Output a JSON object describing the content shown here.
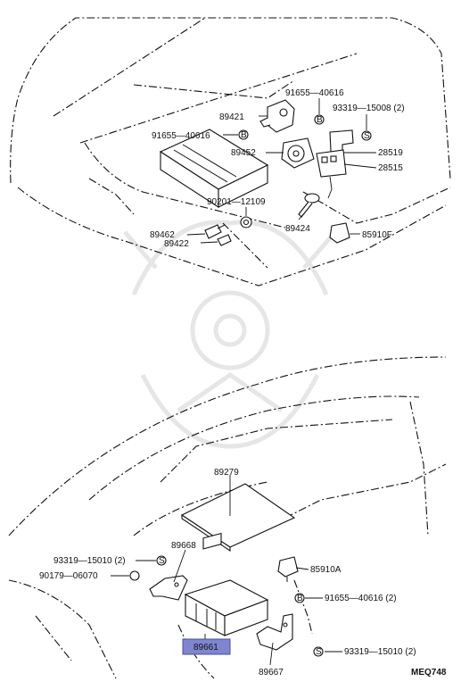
{
  "diagram_id": "MEQ748",
  "highlight_color": "#7f86cf",
  "callouts": {
    "p91655_top": "91655—40616",
    "p93319_top": "93319—15008 (2)",
    "p89421": "89421",
    "p91655_left": "91655—40616",
    "p89452": "89452",
    "p28519": "28519",
    "p28515": "28515",
    "p90201": "90201—12109",
    "p89424": "89424",
    "p89462": "89462",
    "p89422": "89422",
    "p85910f": "85910F",
    "p89279": "89279",
    "p93319_mid": "93319—15010 (2)",
    "p89668": "89668",
    "p90179": "90179—06070",
    "p85910a": "85910A",
    "p91655_bottom": "91655—40616 (2)",
    "p89661": "89661",
    "p93319_bottom": "93319—15010 (2)",
    "p89667": "89667"
  },
  "bolt_symbol": "B",
  "screw_symbol": "S"
}
